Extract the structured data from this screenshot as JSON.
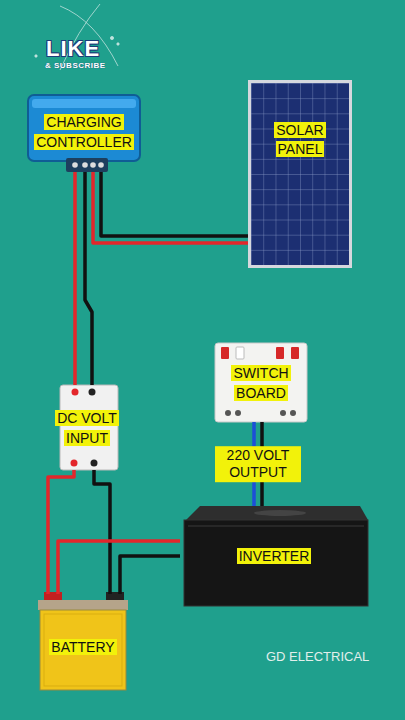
{
  "diagram": {
    "nodes": [
      {
        "text": [
          "CHARGING CONTROLLER"
        ]
      },
      {
        "text": [
          "SOLAR PANEL"
        ]
      },
      {
        "text": [
          "SWITCH BOARD"
        ]
      },
      {
        "text": [
          "DC VOLT INPUT"
        ]
      },
      {
        "text": [
          "INVERTER"
        ]
      },
      {
        "text": [
          "BATTERY"
        ]
      }
    ],
    "edges": [
      {
        "from": 0,
        "to": 1,
        "arrow": "none"
      },
      {
        "from": 0,
        "to": 3,
        "arrow": "none"
      },
      {
        "from": 3,
        "to": 5,
        "arrow": "none"
      },
      {
        "from": 5,
        "to": 4,
        "arrow": "none"
      },
      {
        "from": 4,
        "to": 2,
        "label": "220 VOLT OUTPUT",
        "arrow": "none"
      }
    ],
    "labels": [
      "LIKE",
      "& SUBSCRIBE",
      "GD ELECTRICAL"
    ]
  }
}
